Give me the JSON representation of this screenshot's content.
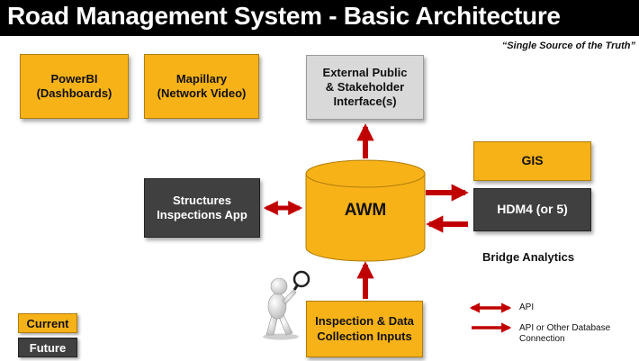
{
  "title": "Road Management System - Basic Architecture",
  "subtitle": "“Single Source of the Truth”",
  "nodes": {
    "powerbi": {
      "line1": "PowerBI",
      "line2": "(Dashboards)"
    },
    "mapillary": {
      "line1": "Mapillary",
      "line2": "(Network Video)"
    },
    "external": {
      "line1": "External Public",
      "line2": "& Stakeholder",
      "line3": "Interface(s)"
    },
    "structures": {
      "line1": "Structures",
      "line2": "Inspections App"
    },
    "awm": {
      "label": "AWM"
    },
    "gis": {
      "label": "GIS"
    },
    "hdm": {
      "label": "HDM4 (or 5)"
    },
    "inspection": {
      "line1": "Inspection & Data",
      "line2": "Collection Inputs"
    }
  },
  "bridge_analytics": "Bridge Analytics",
  "legend": {
    "current": "Current",
    "future": "Future",
    "api": "API",
    "api_db": "API or Other Database Connection"
  },
  "colors": {
    "current": "#F7B218",
    "future": "#404040",
    "external": "#D9D9D9",
    "arrow": "#C00000",
    "title_bar": "#000000"
  },
  "icons": {
    "figure": "person-with-magnifying-glass-icon",
    "database": "database-cylinder-icon"
  }
}
